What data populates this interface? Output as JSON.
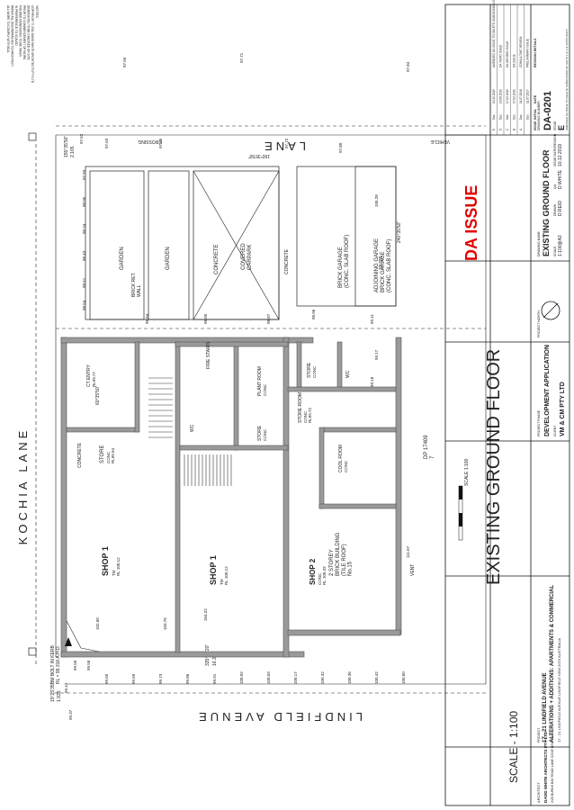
{
  "notes": {
    "heading": "NOTES",
    "lines": [
      "COPYRIGHT © 2011 DAVID WHITE ARCHITECTS PTY LTD",
      "DIMENSIONS TO BE CHECKED ON SITE",
      "PRIOR TO COMMENCEMENT OF WORK.",
      "FIGURED DIMENSIONS TO BE TAKEN",
      "IN PREFERENCE TO SCALED.",
      "REFER ALL DISCREPANCIES TO ARCHITECT.",
      "ALL WORK TO COMPLY WITH BCA."
    ]
  },
  "streets": {
    "top": "LANE",
    "left": "KOCHIA  LANE",
    "bottom": "LINDFIELD  AVENUE"
  },
  "drawing_title": "EXISTING GROUND FLOOR",
  "drawing_scale": "SCALE - 1:100",
  "scale_bar_label": "SCALE 1:100",
  "rooms": {
    "shop1a": "SHOP 1",
    "shop1a_sub": "TM\nRL 100.12",
    "shop1b": "SHOP 1",
    "shop1b_sub": "TM\nRL 100.12",
    "shop2": "SHOP 2",
    "shop2_sub": "CONC\nRL 100.33",
    "store1": "STORE",
    "store1_sub": "CONC\nRL99.94",
    "store_room": "STORE ROOM",
    "store_room_sub": "CONC\nRL99.72",
    "plant_room": "PLANT ROOM",
    "plant_room_sub": "CONC",
    "store2": "STORE",
    "store2_sub": "CONC",
    "wc1": "WC",
    "wc2": "WC",
    "cool_room": "COOL ROOM",
    "cool_room_sub": "CONC",
    "fire_stairs": "FIRE STAIRS",
    "ct_entry": "CT ENTRY",
    "ct_entry_sub": "RL99.77",
    "store3": "STORE",
    "store3_sub": "CONC",
    "garden1": "GARDEN",
    "garden2": "GARDEN",
    "carpark": "COVERED\nCARPARK",
    "concrete1": "CONCRETE",
    "concrete2": "CONCRETE",
    "concrete3": "CONCRETE",
    "brick_garage": "BRICK GARAGE\n(CONC. SLAB ROOF)",
    "adjoining_garage": "ADJOINING GARAGE\nBRICK GARAGE\n(CONC. SLAB ROOF)",
    "neighbour": "2 STOREY\nBRICK BUILDING\n(TILE ROOF)\nNo.15",
    "dp": "DP 17409\n7",
    "brick_ret_wall": "BRICK RET.\nWALL",
    "vent": "VENT",
    "crossing": "CROSSING",
    "vehicle": "VEHICLE"
  },
  "bearings": {
    "b1": "155°35'50\"",
    "b2": "2.165",
    "b3": "150°35'50\"",
    "b4": "60°35'50\"",
    "b5": "15°25'35\"",
    "b6": "335°17'20\"",
    "b7": "240°35'50\"",
    "b8": "23.725",
    "b9": "16.31",
    "b10": "1.935"
  },
  "levels": [
    "97.55",
    "97.71",
    "97.84",
    "97.62",
    "97.63",
    "97.65",
    "97.72",
    "97.80",
    "97.93",
    "98.05",
    "98.24",
    "98.43",
    "98.51",
    "98.54",
    "98.64",
    "98.85",
    "98.87",
    "98.96",
    "99.11",
    "99.17",
    "99.18",
    "99.37",
    "99.43",
    "99.56",
    "99.58",
    "99.65",
    "99.69",
    "99.73",
    "99.86",
    "99.91",
    "100.02",
    "100.03",
    "100.17",
    "100.32",
    "100.36",
    "100.42",
    "100.60",
    "102.60",
    "103.76",
    "104.22",
    "105.28",
    "111.67"
  ],
  "bm": {
    "line1": "BM BOLT IN KERB",
    "line2": "RL = 99.316 A.H.D.",
    "mh1": "MH\n99.21",
    "mh2": "MH\n97.62"
  },
  "title_block": {
    "red_stamp": "DA ISSUE",
    "architect_label": "ARCHITECT",
    "architect_name": "DAVID WHITE ARCHITECTS PTY LTD",
    "architect_addr": "2/28 BURNS BAY ROAD LANE COVE NSW 2066",
    "project_label": "PROJECT",
    "project_lines": [
      "17 - 21 LINDFIELD AVENUE",
      "ALTERATIONS + ADDITIONS: APARTMENTS & COMMERCIAL",
      "17 - 21 LINDFIELD AVENUE LINDFIELD NSW 2070 AUSTRALIA"
    ],
    "phase_label": "PROJECT PHASE",
    "phase": "DEVELOPMENT APPLICATION",
    "client_label": "CLIENT",
    "client": "VM & CM PTY LTD",
    "north_label": "PROJECT NORTH",
    "drawing_name_label": "DRAWING NAME",
    "drawing_name": "EXISTING GROUND FLOOR",
    "scale_label": "SCALE",
    "scale": "1:100@A3",
    "drawn_label": "DRAWN",
    "drawn": "D.REID",
    "qa_label": "QA",
    "qa": "D.WHITE",
    "issue_date_label": "ISSUE DATE/REASON",
    "issue_date": "10.12.2019",
    "drawing_no_label": "DRAWING NUMBER",
    "drawing_no": "DA-0201",
    "issue_label": "ISSUE",
    "issue": "E",
    "issue_reason": "AMENDED DA ISSUE TO DELETE SUBDIVISION OF UNITS 1 & 3 (2 UNITS ONLY)"
  },
  "revisions": {
    "headers": [
      "ISSUE",
      "INITIAL",
      "DATE",
      "REVISION DETAILS"
    ],
    "rows": [
      [
        "E",
        "Daz",
        "10.12.2019",
        "AMENDED DA ISSUE TO DELETE SUBDIVISION OF UNITS 1 & 3 (2 UNITS ONLY)"
      ],
      [
        "D",
        "Daz",
        "13.06.2019",
        "DA THIRD ISSUE"
      ],
      [
        "C",
        "Daz",
        "17.02.2019",
        "DA SECOND ISSUE"
      ],
      [
        "B",
        "Daz",
        "17.02.2019",
        "DA ISSUE"
      ],
      [
        "A",
        "Daz",
        "11.07.2018",
        "CONSULTANT REVIEW"
      ],
      [
        "",
        "Daz",
        "11.07.2017",
        "PRELIMINARY ISSUE"
      ]
    ]
  }
}
